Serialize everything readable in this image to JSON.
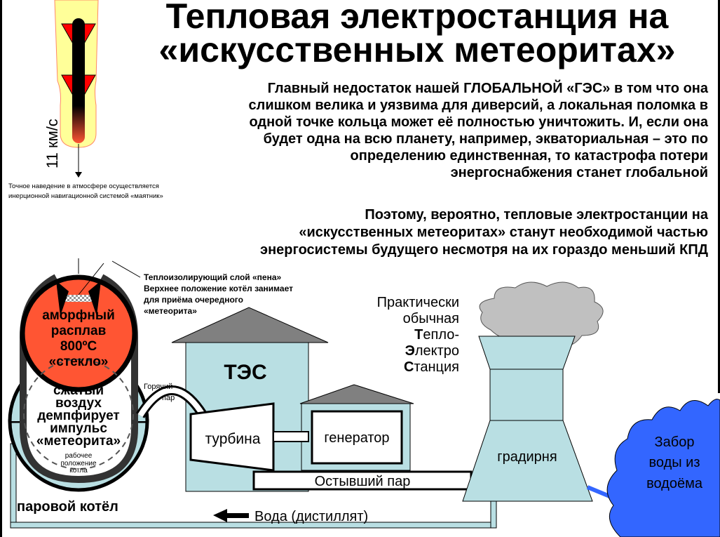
{
  "title": {
    "line1": "Тепловая электростанция на",
    "line2": "«искусственных метеоритах»"
  },
  "paragraph1": [
    "Главный недостаток нашей ГЛОБАЛЬНОЙ «ГЭС» в том что она",
    "слишком велика и уязвима для диверсий, а локальная поломка в",
    "одной точке кольца может её полностью уничтожить. И, если она",
    "будет одна на всю планету, например, экваториальная – это по",
    "определению единственная, то катастрофа потери",
    "энергоснабжения станет глобальной"
  ],
  "paragraph2": [
    "Поэтому, вероятно, тепловые электростанции на",
    "«искусственных метеоритах» станут необходимой частью",
    "энергосистемы будущего несмотря на их гораздо меньший КПД"
  ],
  "meteor": {
    "speed": "11 км/с",
    "guidance_note": [
      "Точное наведение в атмосфере осуществляется",
      "инерционной навигационной системой «маятник»"
    ]
  },
  "insulation_note": [
    "Теплоизолирующий слой «пена»",
    "Верхнее положение котёл занимает",
    "для приёма очередного",
    "«метеорита»"
  ],
  "melt": [
    "аморфный",
    "расплав",
    "800ºC",
    "«стекло»"
  ],
  "air": [
    "сжатый",
    "воздух",
    "демпфирует",
    "импульс",
    "«метеорита»"
  ],
  "working_position": [
    "рабочее",
    "положение",
    "котла"
  ],
  "boiler_label": "паровой котёл",
  "hot_steam": [
    "Горячий",
    "пар"
  ],
  "tes_label": "ТЭС",
  "turbine_label": "турбина",
  "generator_label": "генератор",
  "cooled_steam_label": "Остывший пар",
  "water_label": "Вода (дистиллят)",
  "cooling_tower_label": "градирня",
  "water_intake": [
    "Забор",
    "воды из",
    "водоёма"
  ],
  "plant_caption": {
    "line1": "Практически",
    "line2": "обычная",
    "t_initial": "Т",
    "t_rest": "епло-",
    "e_initial": "Э",
    "e_rest": "лектро",
    "s_initial": "С",
    "s_rest": "танция"
  },
  "colors": {
    "melt": "#ff5533",
    "boiler_water": "#b9dfe3",
    "roof": "#808080",
    "smoke": "#c0c0c0",
    "intake": "#3366ff",
    "flame": "#ffff99",
    "fin": "#ff0000"
  }
}
